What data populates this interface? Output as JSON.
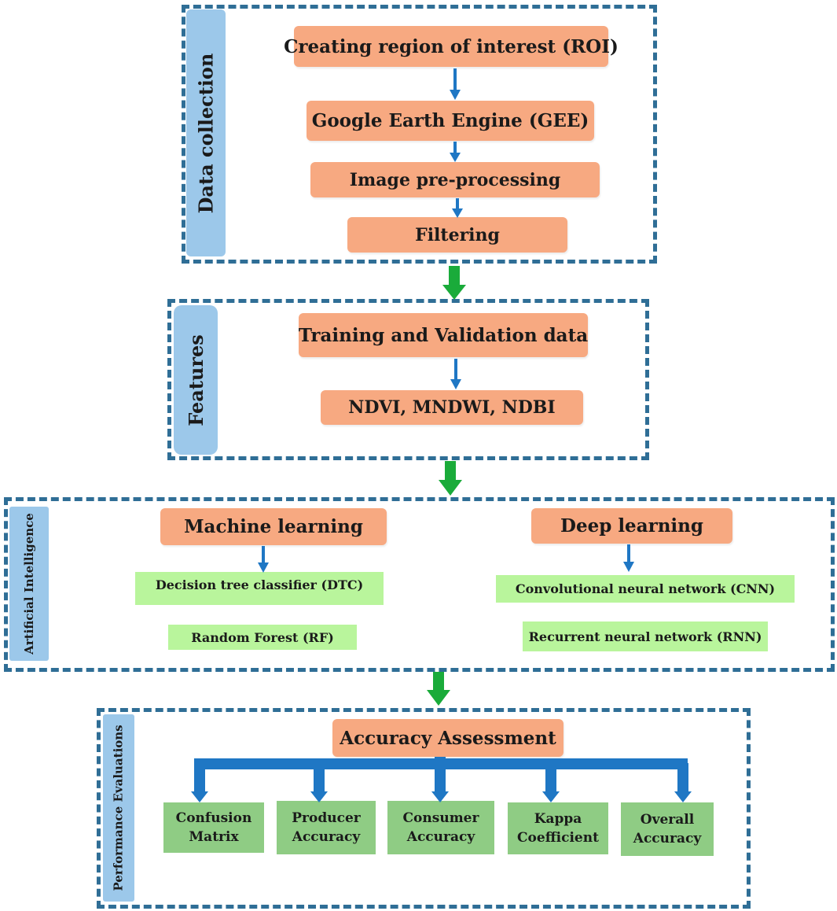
{
  "sections": {
    "data_collection": {
      "label": "Data collection",
      "steps": [
        "Creating region of interest (ROI)",
        "Google Earth Engine (GEE)",
        "Image pre-processing",
        "Filtering"
      ]
    },
    "features": {
      "label": "Features",
      "steps": [
        "Training and Validation data",
        "NDVI, MNDWI, NDBI"
      ]
    },
    "artificial_intelligence": {
      "label": "Artificial Intelligence",
      "machine_learning": {
        "title": "Machine learning",
        "methods": [
          "Decision tree classifier (DTC)",
          "Random Forest (RF)"
        ]
      },
      "deep_learning": {
        "title": "Deep learning",
        "methods": [
          "Convolutional neural network (CNN)",
          "Recurrent neural network (RNN)"
        ]
      }
    },
    "performance_evaluations": {
      "label": "Performance Evaluations",
      "title": "Accuracy Assessment",
      "metrics": [
        {
          "line1": "Confusion",
          "line2": "Matrix"
        },
        {
          "line1": "Producer",
          "line2": "Accuracy"
        },
        {
          "line1": "Consumer",
          "line2": "Accuracy"
        },
        {
          "line1": "Kappa",
          "line2": "Coefficient"
        },
        {
          "line1": "Overall",
          "line2": "Accuracy"
        }
      ]
    }
  },
  "colors": {
    "border": "#2f6e96",
    "side_label": "#9cc8ea",
    "orange_box": "#f7a981",
    "light_green_box": "#b9f59c",
    "green_box": "#8fcc84",
    "blue_arrow": "#1f77c4",
    "green_arrow": "#1aab3a"
  }
}
